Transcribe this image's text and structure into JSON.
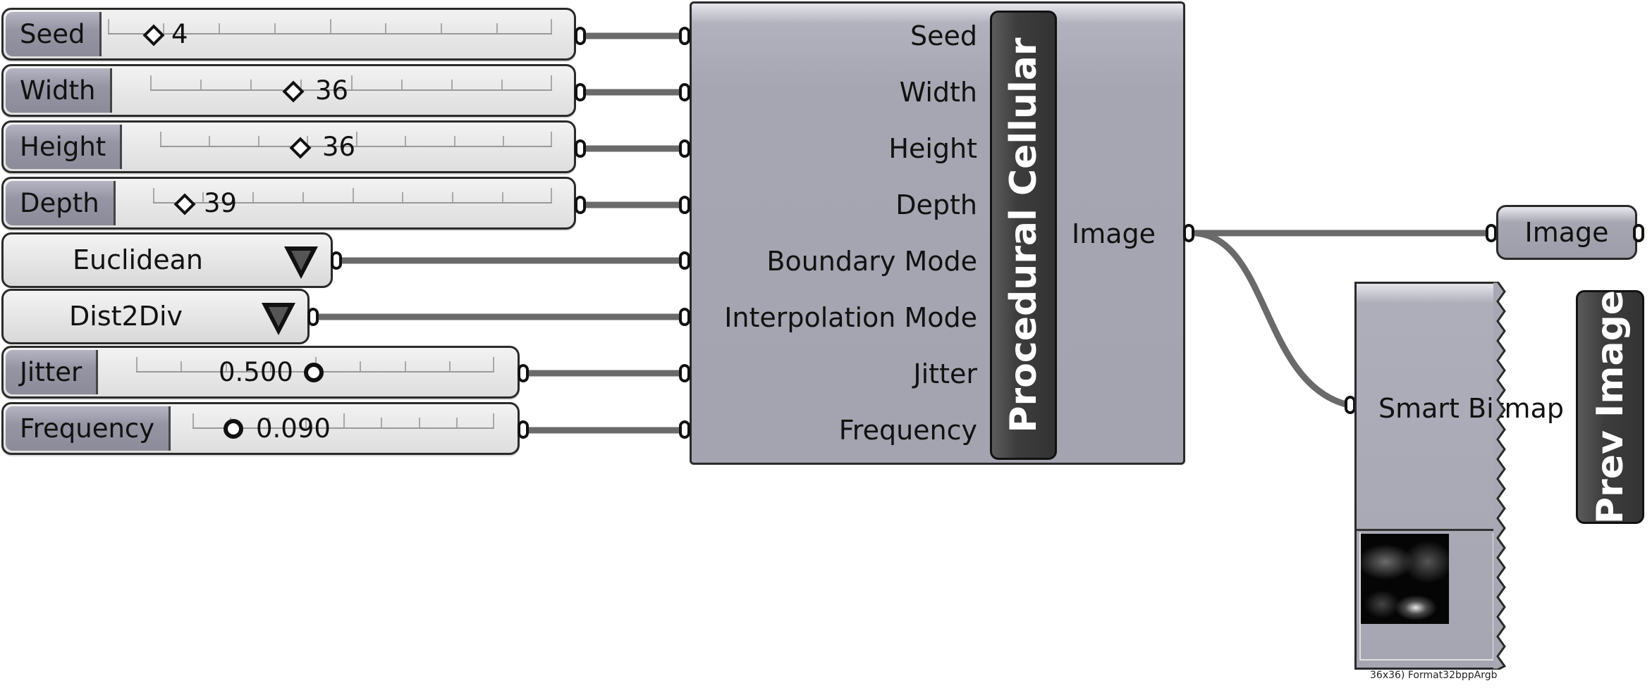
{
  "sliders": [
    {
      "label": "Seed",
      "value": "4"
    },
    {
      "label": "Width",
      "value": "36"
    },
    {
      "label": "Height",
      "value": "36"
    },
    {
      "label": "Depth",
      "value": "39"
    },
    {
      "label": "Jitter",
      "value": "0.500"
    },
    {
      "label": "Frequency",
      "value": "0.090"
    }
  ],
  "value_lists": [
    {
      "value": "Euclidean"
    },
    {
      "value": "Dist2Div"
    }
  ],
  "component": {
    "title": "Procedural Cellular",
    "inputs": [
      "Seed",
      "Width",
      "Height",
      "Depth",
      "Boundary Mode",
      "Interpolation Mode",
      "Jitter",
      "Frequency"
    ],
    "output": "Image"
  },
  "image_param": {
    "label": "Image"
  },
  "smart_bitmap": {
    "label": "Smart Bitmap",
    "caption": "36x36) Format32bppArgb"
  },
  "prev_image": {
    "label": "Prev Image"
  }
}
